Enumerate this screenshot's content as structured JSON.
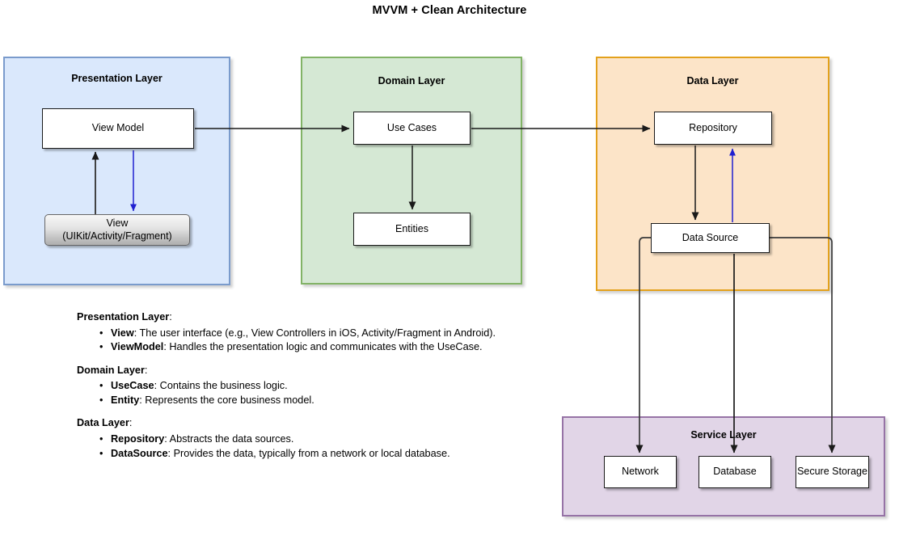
{
  "title": "MVVM + Clean Architecture",
  "layers": {
    "presentation": {
      "title": "Presentation Layer",
      "fill": "#dae8fc",
      "stroke": "#7a9bcc",
      "nodes": {
        "view_model": "View Model",
        "view_line1": "View",
        "view_line2": "(UIKit/Activity/Fragment)"
      }
    },
    "domain": {
      "title": "Domain Layer",
      "fill": "#d5e8d4",
      "stroke": "#82b366",
      "nodes": {
        "use_cases": "Use Cases",
        "entities": "Entities"
      }
    },
    "data": {
      "title": "Data Layer",
      "fill": "#fce4c8",
      "stroke": "#e3a11c",
      "nodes": {
        "repository": "Repository",
        "data_source": "Data Source"
      }
    },
    "service": {
      "title": "Service Layer",
      "fill": "#e1d5e7",
      "stroke": "#9673a6",
      "nodes": {
        "network": "Network",
        "database": "Database",
        "secure_storage": "Secure Storage"
      }
    }
  },
  "edge_colors": {
    "default": "#1a1a1a",
    "binding": "#2020d0"
  },
  "edges": [
    {
      "from": "View",
      "to": "View Model",
      "color": "#1a1a1a"
    },
    {
      "from": "View Model",
      "to": "View",
      "color": "#2020d0"
    },
    {
      "from": "View Model",
      "to": "Use Cases",
      "color": "#1a1a1a"
    },
    {
      "from": "Use Cases",
      "to": "Entities",
      "color": "#1a1a1a"
    },
    {
      "from": "Use Cases",
      "to": "Repository",
      "color": "#1a1a1a"
    },
    {
      "from": "Repository",
      "to": "Data Source",
      "color": "#1a1a1a"
    },
    {
      "from": "Data Source",
      "to": "Repository",
      "color": "#2020d0"
    },
    {
      "from": "Data Source",
      "to": "Network",
      "color": "#1a1a1a"
    },
    {
      "from": "Data Source",
      "to": "Database",
      "color": "#1a1a1a"
    },
    {
      "from": "Data Source",
      "to": "Secure Storage",
      "color": "#1a1a1a"
    }
  ],
  "legend": [
    {
      "heading": "Presentation Layer",
      "items": [
        {
          "term": "View",
          "desc": ": The user interface (e.g., View Controllers in iOS, Activity/Fragment in Android)."
        },
        {
          "term": "ViewModel",
          "desc": ": Handles the presentation logic and communicates with the UseCase."
        }
      ]
    },
    {
      "heading": "Domain Layer",
      "items": [
        {
          "term": "UseCase",
          "desc": ": Contains the business logic."
        },
        {
          "term": "Entity",
          "desc": ": Represents the core business model."
        }
      ]
    },
    {
      "heading": "Data Layer",
      "items": [
        {
          "term": "Repository",
          "desc": ": Abstracts the data sources."
        },
        {
          "term": "DataSource",
          "desc": ": Provides the data, typically from a network or local database."
        }
      ]
    }
  ]
}
